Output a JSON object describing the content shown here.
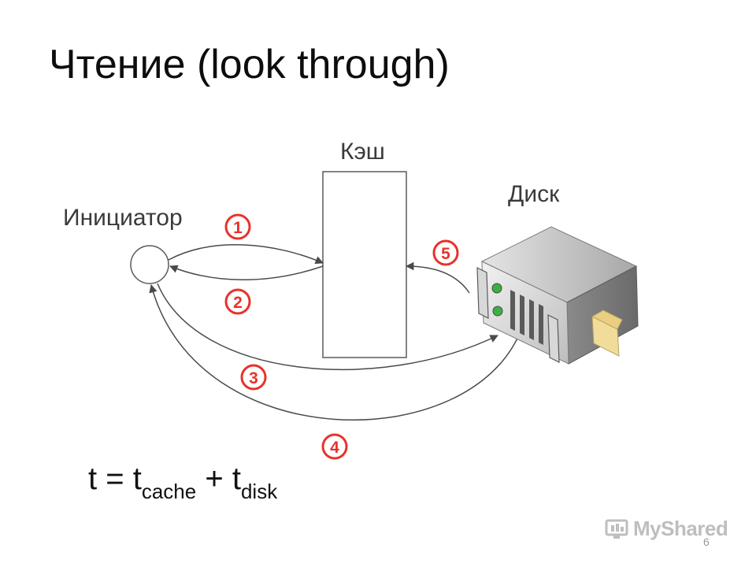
{
  "slide": {
    "title": "Чтение (look through)",
    "page_number": "6"
  },
  "diagram": {
    "initiator_label": "Инициатор",
    "cache_label": "Кэш",
    "disk_label": "Диск",
    "steps": [
      "1",
      "2",
      "3",
      "4",
      "5"
    ]
  },
  "formula": {
    "lhs": "t",
    "equals": " = ",
    "term1": "t",
    "term1_sub": "cache",
    "plus": " + ",
    "term2": "t",
    "term2_sub": "disk"
  },
  "watermark": {
    "text": "MyShared"
  },
  "colors": {
    "step_badge": "#e8322a",
    "stroke": "#4a4a4a"
  }
}
